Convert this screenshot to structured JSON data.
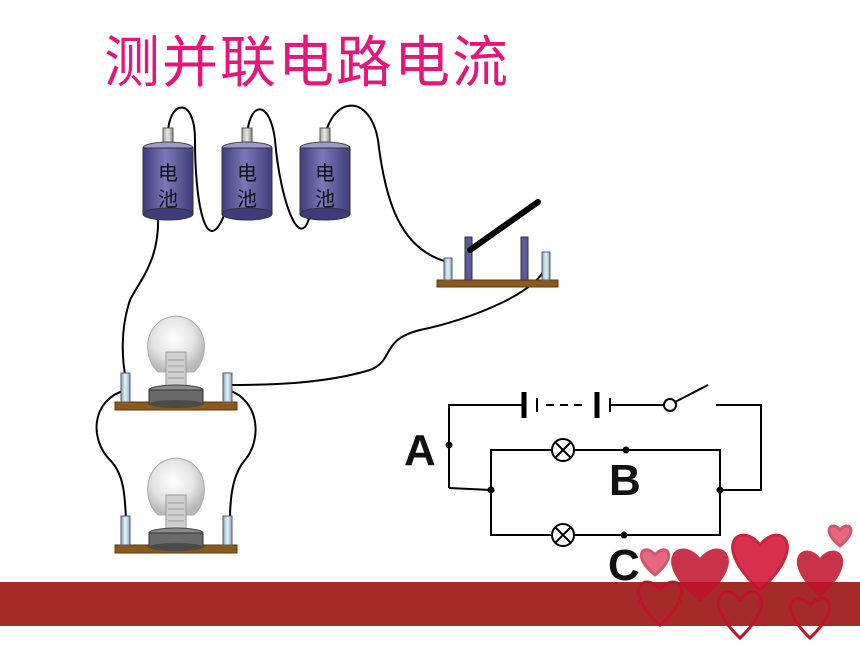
{
  "title": "测并联电路电流",
  "battery_cells": [
    {
      "char1": "电",
      "char2": "池"
    },
    {
      "char1": "电",
      "char2": "池"
    },
    {
      "char1": "电",
      "char2": "池"
    }
  ],
  "schematic": {
    "node_a": "A",
    "node_b": "B",
    "node_c": "C"
  },
  "colors": {
    "title": "#e6157a",
    "battery_body": "#5c5a9c",
    "board": "#8b5a1a",
    "footer_band": "#a52a2a",
    "hearts": "#c0102a"
  }
}
